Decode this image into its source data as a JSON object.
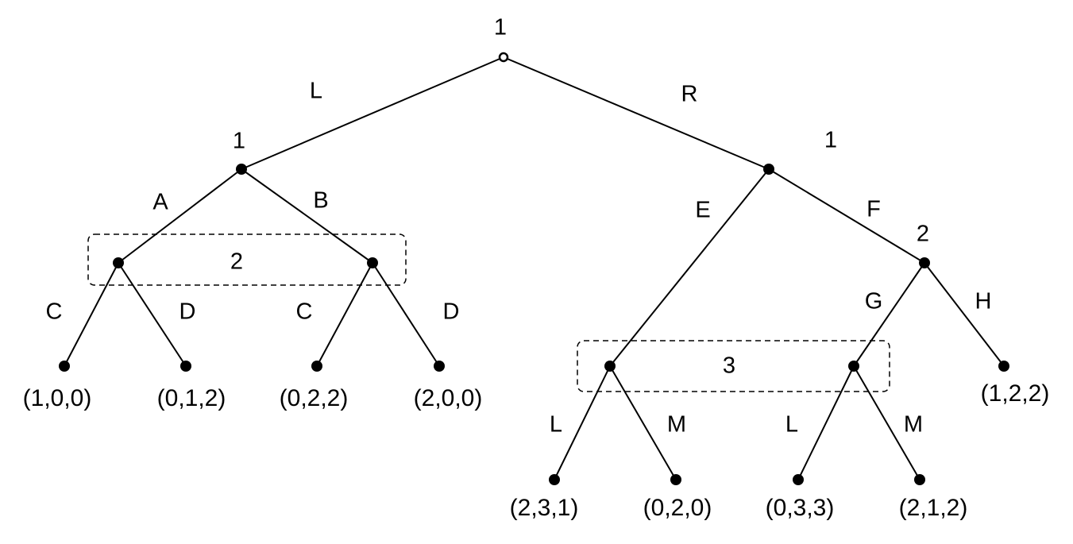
{
  "game_tree": {
    "root": {
      "player": "1",
      "actions": [
        "L",
        "R"
      ]
    },
    "left_subtree": {
      "player": "1",
      "actions": [
        "A",
        "B"
      ],
      "info_set": {
        "player": "2",
        "actions_left": [
          "C",
          "D"
        ],
        "actions_right": [
          "C",
          "D"
        ]
      },
      "payoffs": [
        "(1,0,0)",
        "(0,1,2)",
        "(0,2,2)",
        "(2,0,0)"
      ]
    },
    "right_subtree": {
      "player": "1",
      "actions": [
        "E",
        "F"
      ],
      "player2_node": {
        "player": "2",
        "actions": [
          "G",
          "H"
        ],
        "payoff_H": "(1,2,2)"
      },
      "info_set": {
        "player": "3",
        "actions_left": [
          "L",
          "M"
        ],
        "actions_right": [
          "L",
          "M"
        ]
      },
      "payoffs": [
        "(2,3,1)",
        "(0,2,0)",
        "(0,3,3)",
        "(2,1,2)"
      ]
    }
  }
}
